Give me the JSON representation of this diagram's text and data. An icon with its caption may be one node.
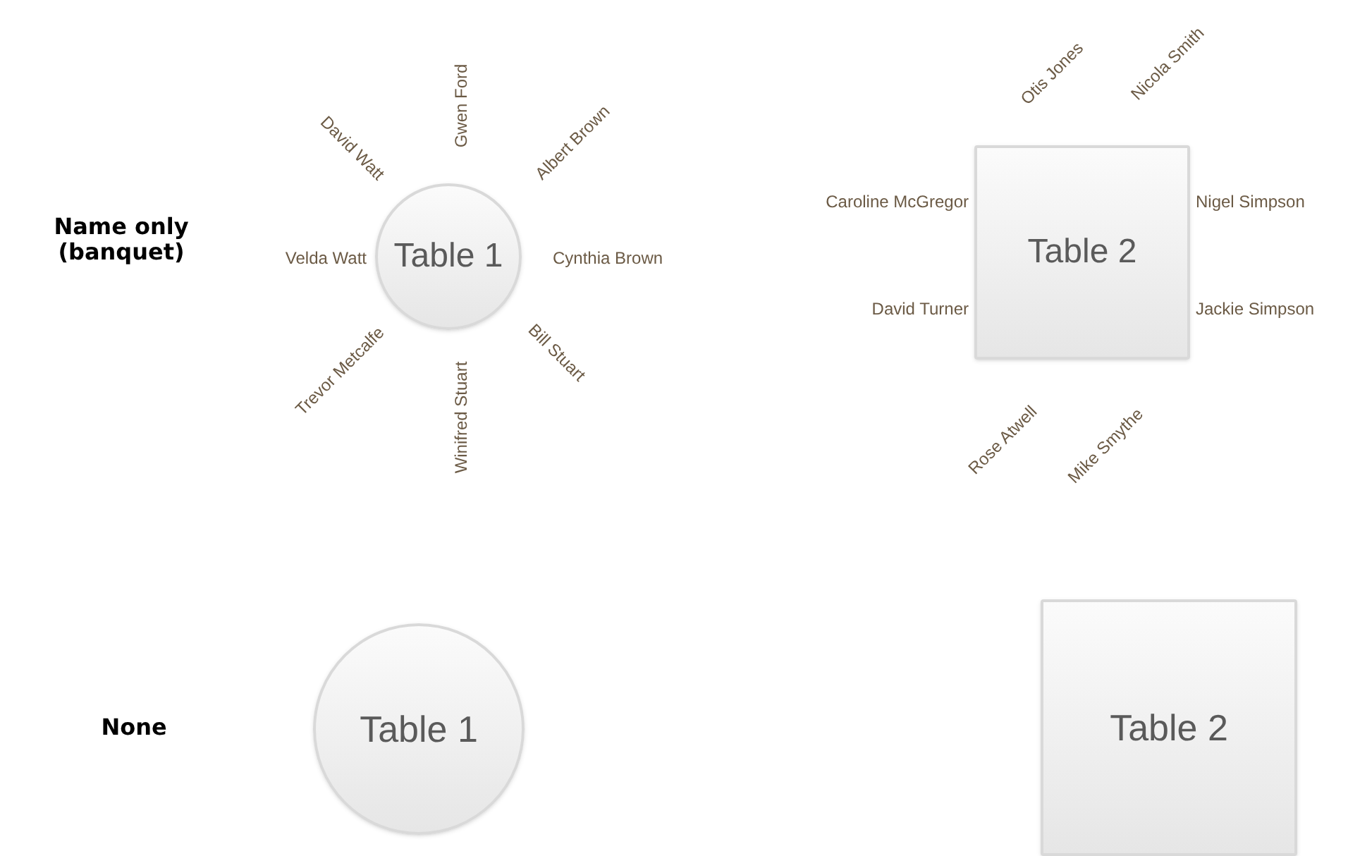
{
  "diagram": {
    "nodes": [
      {
        "text": [
          "Table 1"
        ],
        "beside": [
          "Gwen Ford",
          "David Watt",
          "Albert Brown",
          "Velda Watt",
          "Cynthia Brown",
          "Trevor Metcalfe",
          "Bill Stuart",
          "Winifred Stuart"
        ]
      },
      {
        "text": [
          "Table 2"
        ],
        "beside": [
          "Otis Jones",
          "Nicola Smith",
          "Caroline McGregor",
          "Nigel Simpson",
          "David Turner",
          "Jackie Simpson",
          "Rose Atwell",
          "Mike Smythe"
        ]
      },
      {
        "text": [
          "Table 1"
        ]
      },
      {
        "text": [
          "Table 2"
        ]
      }
    ],
    "labels": [
      "Name only (banquet)",
      "None"
    ]
  }
}
